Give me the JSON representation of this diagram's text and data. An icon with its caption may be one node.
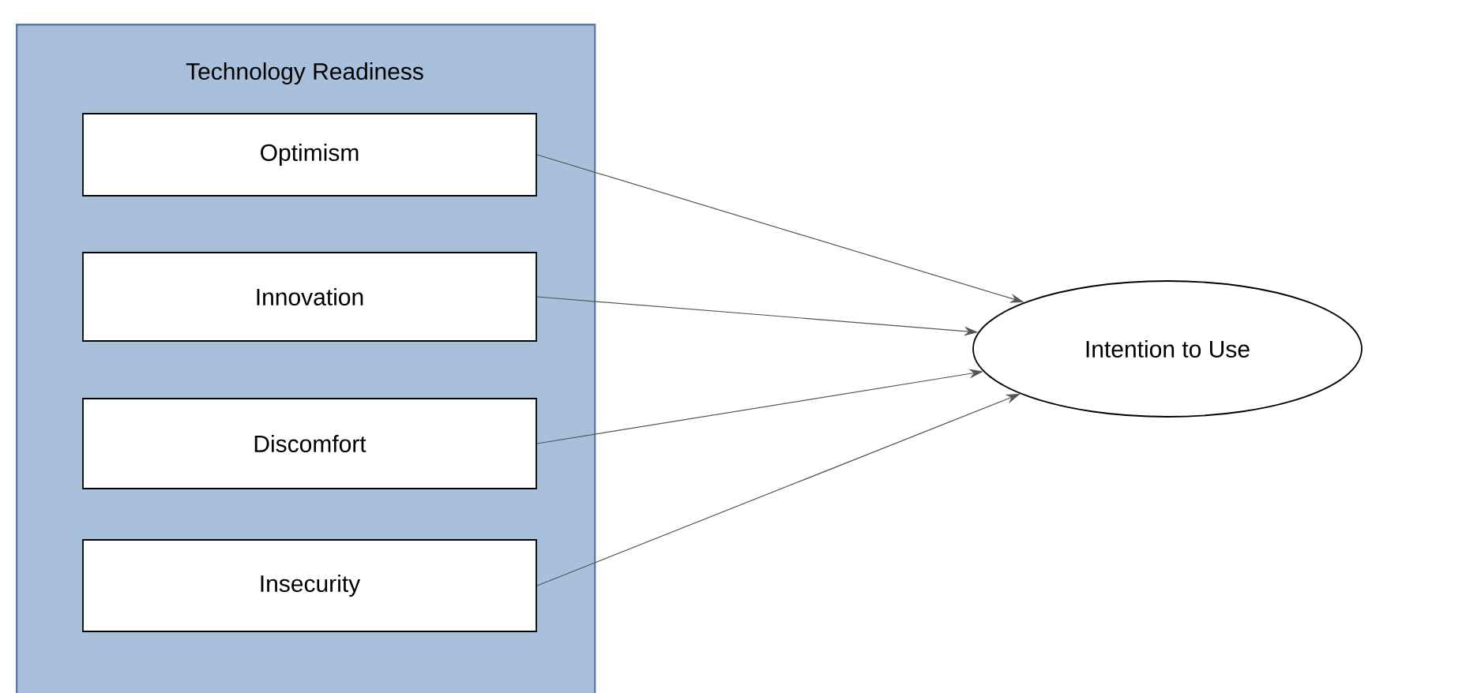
{
  "diagram": {
    "nodes": [
      {
        "text": [
          "Technology Readiness"
        ]
      },
      {
        "text": [
          "Optimism"
        ],
        "in": 0
      },
      {
        "text": [
          "Innovation"
        ],
        "in": 0
      },
      {
        "text": [
          "Discomfort"
        ],
        "in": 0
      },
      {
        "text": [
          "Insecurity"
        ],
        "in": 0
      },
      {
        "text": [
          "Intention to Use"
        ]
      }
    ],
    "edges": [
      {
        "from": 1,
        "to": 5,
        "arrow": "to"
      },
      {
        "from": 2,
        "to": 5,
        "arrow": "to"
      },
      {
        "from": 3,
        "to": 5,
        "arrow": "to"
      },
      {
        "from": 4,
        "to": 5,
        "arrow": "to"
      }
    ]
  }
}
